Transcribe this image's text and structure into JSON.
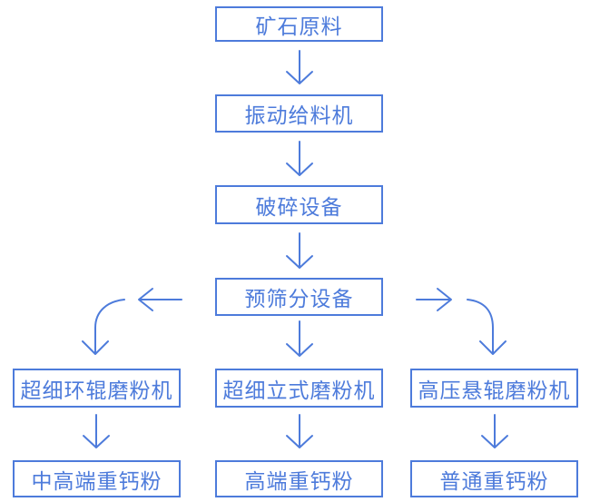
{
  "colors": {
    "accent": "#4d7bdb",
    "background": "#ffffff",
    "box_background": "#ffffff"
  },
  "flowchart": {
    "nodes": {
      "ore": {
        "label": "矿石原料"
      },
      "feeder": {
        "label": "振动给料机"
      },
      "crusher": {
        "label": "破碎设备"
      },
      "screen": {
        "label": "预筛分设备"
      },
      "ring_mill": {
        "label": "超细环辊磨粉机"
      },
      "vertical_mill": {
        "label": "超细立式磨粉机"
      },
      "pressure_mill": {
        "label": "高压悬辊磨粉机"
      },
      "powder_mid_high": {
        "label": "中高端重钙粉"
      },
      "powder_high": {
        "label": "高端重钙粉"
      },
      "powder_common": {
        "label": "普通重钙粉"
      }
    },
    "edges": [
      {
        "from": "ore",
        "to": "feeder"
      },
      {
        "from": "feeder",
        "to": "crusher"
      },
      {
        "from": "crusher",
        "to": "screen"
      },
      {
        "from": "screen",
        "to": "ring_mill"
      },
      {
        "from": "screen",
        "to": "vertical_mill"
      },
      {
        "from": "screen",
        "to": "pressure_mill"
      },
      {
        "from": "ring_mill",
        "to": "powder_mid_high"
      },
      {
        "from": "vertical_mill",
        "to": "powder_high"
      },
      {
        "from": "pressure_mill",
        "to": "powder_common"
      }
    ]
  }
}
